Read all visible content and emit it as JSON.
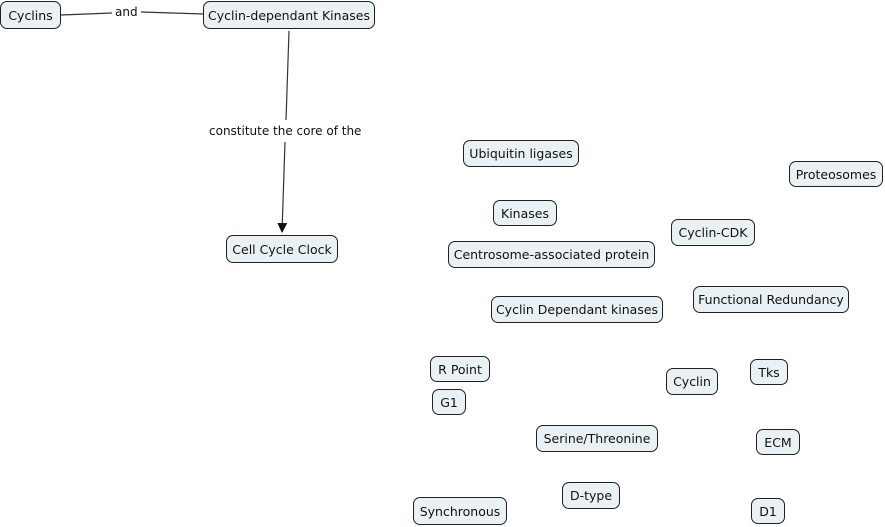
{
  "concepts": {
    "cyclins": "Cyclins",
    "cdk": "Cyclin-dependant Kinases",
    "cell_cycle_clock": "Cell Cycle Clock",
    "ubiquitin_ligases": "Ubiquitin ligases",
    "proteosomes": "Proteosomes",
    "kinases": "Kinases",
    "cyclin_cdk": "Cyclin-CDK",
    "centrosome_protein": "Centrosome-associated protein",
    "cyclin_dependant_kinases": "Cyclin Dependant kinases",
    "functional_redundancy": "Functional Redundancy",
    "r_point": "R Point",
    "g1": "G1",
    "cyclin": "Cyclin",
    "tks": "Tks",
    "serine_threonine": "Serine/Threonine",
    "ecm": "ECM",
    "d_type": "D-type",
    "synchronous": "Synchronous",
    "d1": "D1"
  },
  "links": {
    "and": "and",
    "constitute": "constitute the core of the"
  }
}
